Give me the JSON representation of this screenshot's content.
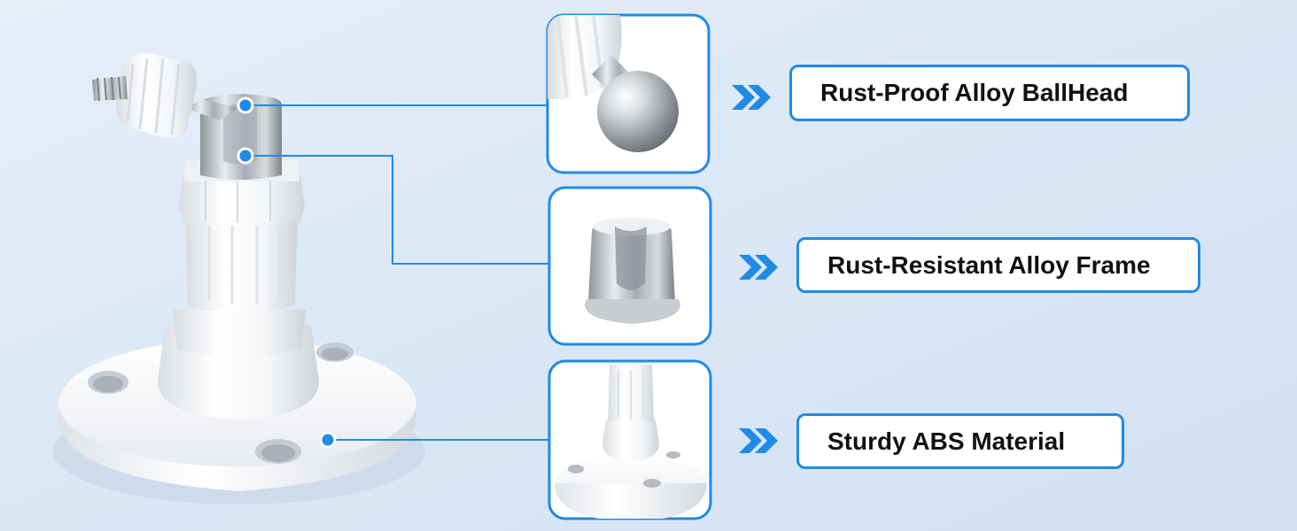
{
  "colors": {
    "accent": "#1f8be6",
    "background": "#dde9f6",
    "chevron": "#1f8be6",
    "product_white": "#f7f8fa",
    "metal": "#b9bec4"
  },
  "features": [
    {
      "label": "Rust-Proof Alloy BallHead",
      "icon": "ball-head-closeup"
    },
    {
      "label": "Rust-Resistant Alloy Frame",
      "icon": "alloy-frame-closeup"
    },
    {
      "label": "Sturdy ABS Material",
      "icon": "abs-base-closeup"
    }
  ],
  "chevron_icon": "double-chevron-right-icon",
  "product": "camera-wall-mount-stand"
}
